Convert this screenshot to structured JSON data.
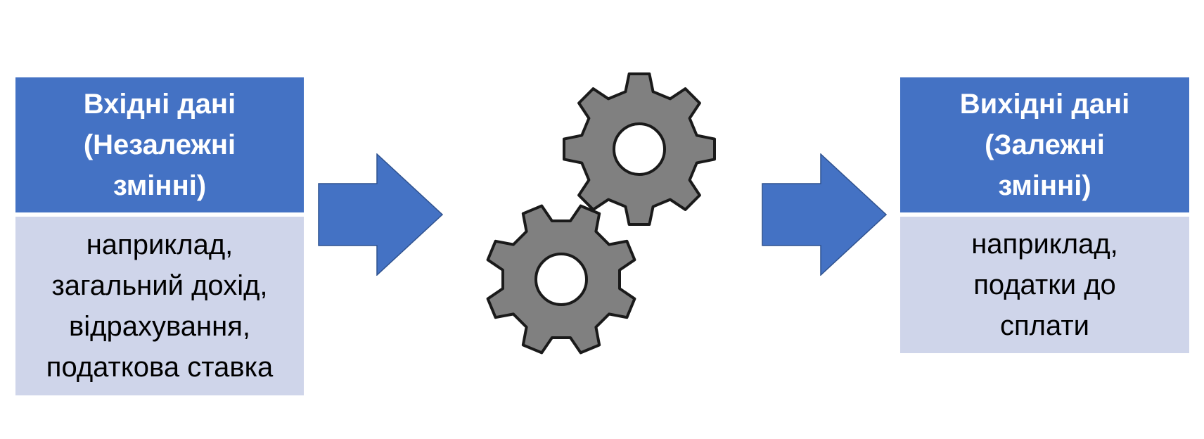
{
  "input_box": {
    "title_lines": [
      "Вхідні дані",
      "(Незалежні",
      "змінні)"
    ],
    "body_lines": [
      "наприклад,",
      "загальний дохід,",
      "відрахування,",
      "податкова ставка"
    ]
  },
  "output_box": {
    "title_lines": [
      "Вихідні дані",
      "(Залежні",
      "змінні)"
    ],
    "body_lines": [
      "наприклад,",
      "податки до",
      "сплати"
    ]
  },
  "colors": {
    "header_fill": "#4472c4",
    "body_fill": "#cfd5ea",
    "arrow_fill": "#4472c4",
    "gear_fill": "#808080",
    "gear_stroke": "#1a1a1a"
  },
  "icons": [
    "arrow-right-icon",
    "gear-icon",
    "gear-icon"
  ]
}
